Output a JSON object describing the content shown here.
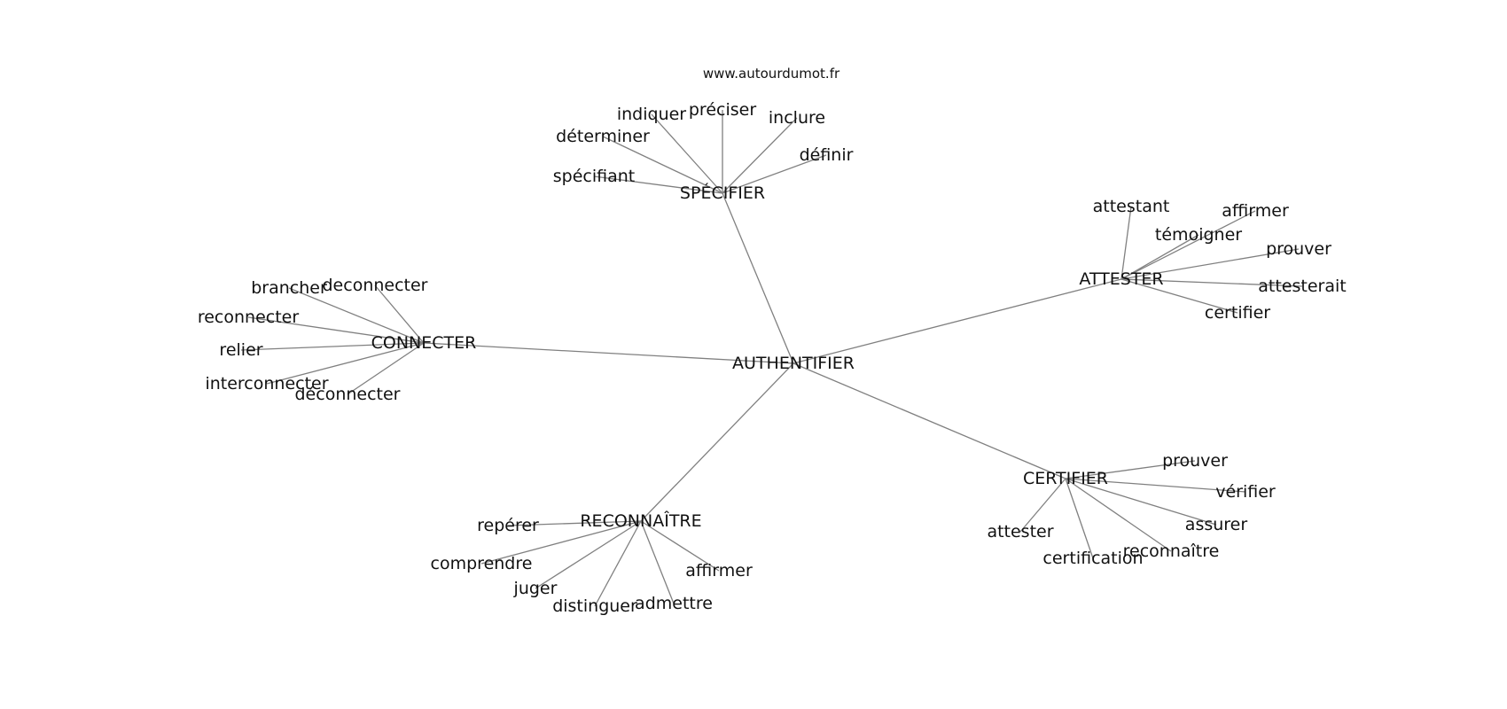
{
  "watermark": "www.autourdumot.fr",
  "graph": {
    "center": "AUTHENTIFIER",
    "edge_color": "#808080",
    "clusters": [
      {
        "hub": "SPÉCIFIER",
        "leaves": [
          "indiquer",
          "préciser",
          "inclure",
          "déterminer",
          "définir",
          "spécifiant"
        ]
      },
      {
        "hub": "ATTESTER",
        "leaves": [
          "attestant",
          "affirmer",
          "témoigner",
          "prouver",
          "attesterait",
          "certifier"
        ]
      },
      {
        "hub": "CONNECTER",
        "leaves": [
          "brancher",
          "deconnecter",
          "reconnecter",
          "relier",
          "interconnecter",
          "déconnecter"
        ]
      },
      {
        "hub": "CERTIFIER",
        "leaves": [
          "prouver",
          "vérifier",
          "attester",
          "assurer",
          "certification",
          "reconnaître"
        ]
      },
      {
        "hub": "RECONNAÎTRE",
        "leaves": [
          "repérer",
          "comprendre",
          "affirmer",
          "juger",
          "distinguer",
          "admettre"
        ]
      }
    ]
  }
}
